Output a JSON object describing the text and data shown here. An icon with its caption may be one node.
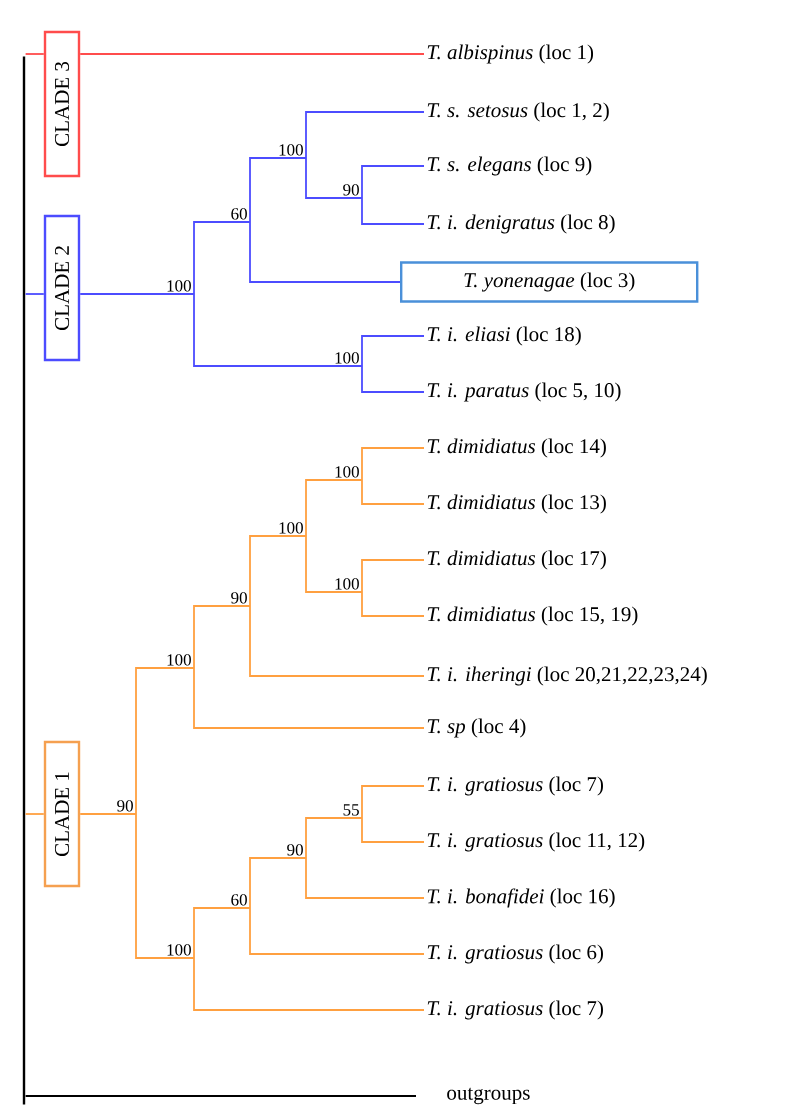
{
  "diagram": {
    "nodes": [
      {
        "text": [],
        "shape": "bar"
      },
      {
        "text": [
          "CLADE 3"
        ]
      },
      {
        "text": [
          "*T. albispinus* (loc 1)"
        ]
      },
      {
        "text": [
          "CLADE 2"
        ]
      },
      {
        "text": [
          "100"
        ]
      },
      {
        "text": [
          "60"
        ]
      },
      {
        "text": [
          "100"
        ]
      },
      {
        "text": [
          "*T. s. setosus* (loc 1, 2)"
        ]
      },
      {
        "text": [
          "90"
        ]
      },
      {
        "text": [
          "*T. s. elegans* (loc 9)"
        ]
      },
      {
        "text": [
          "*T. i. denigratus* (loc 8)"
        ]
      },
      {
        "text": [
          "*T. yonenagae* (loc 3)"
        ]
      },
      {
        "text": [
          "100"
        ]
      },
      {
        "text": [
          "*T. i. eliasi* (loc 18)"
        ]
      },
      {
        "text": [
          "*T. i. paratus* (loc 5, 10)"
        ]
      },
      {
        "text": [
          "CLADE 1"
        ]
      },
      {
        "text": [
          "90"
        ]
      },
      {
        "text": [
          "100"
        ]
      },
      {
        "text": [
          "90"
        ]
      },
      {
        "text": [
          "100"
        ]
      },
      {
        "text": [
          "100"
        ]
      },
      {
        "text": [
          "*T. dimidiatus* (loc 14)"
        ]
      },
      {
        "text": [
          "*T. dimidiatus* (loc 13)"
        ]
      },
      {
        "text": [
          "100"
        ]
      },
      {
        "text": [
          "*T. dimidiatus* (loc 17)"
        ]
      },
      {
        "text": [
          "*T. dimidiatus* (loc 15, 19)"
        ]
      },
      {
        "text": [
          "*T. i. iheringi* (loc 20,21,22,23,24)"
        ]
      },
      {
        "text": [
          "*T. sp* (loc 4)"
        ]
      },
      {
        "text": [
          "100"
        ]
      },
      {
        "text": [
          "60"
        ]
      },
      {
        "text": [
          "90"
        ]
      },
      {
        "text": [
          "55"
        ]
      },
      {
        "text": [
          "*T. i. gratiosus* (loc 7)"
        ]
      },
      {
        "text": [
          "*T. i. gratiosus* (loc 11, 12)"
        ]
      },
      {
        "text": [
          "*T. i. bonafidei* (loc 16)"
        ]
      },
      {
        "text": [
          "*T. i. gratiosus* (loc 6)"
        ]
      },
      {
        "text": [
          "*T. i. gratiosus* (loc 7)"
        ]
      },
      {
        "text": [
          "outgroups"
        ]
      }
    ],
    "edges": [
      {
        "from": 0,
        "to": 1,
        "arrow": "none",
        "color": "#ff4c4c"
      },
      {
        "from": 1,
        "to": 2,
        "arrow": "none",
        "color": "#ff4c4c"
      },
      {
        "from": 0,
        "to": 3,
        "arrow": "none",
        "color": "#4c4cff"
      },
      {
        "from": 3,
        "to": 4,
        "arrow": "none",
        "color": "#4c4cff"
      },
      {
        "from": 4,
        "to": 5,
        "arrow": "none",
        "color": "#4c4cff"
      },
      {
        "from": 5,
        "to": 6,
        "arrow": "none",
        "color": "#4c4cff"
      },
      {
        "from": 6,
        "to": 7,
        "arrow": "none",
        "color": "#4c4cff"
      },
      {
        "from": 6,
        "to": 8,
        "arrow": "none",
        "color": "#4c4cff"
      },
      {
        "from": 8,
        "to": 9,
        "arrow": "none",
        "color": "#4c4cff"
      },
      {
        "from": 8,
        "to": 10,
        "arrow": "none",
        "color": "#4c4cff"
      },
      {
        "from": 5,
        "to": 11,
        "arrow": "none",
        "color": "#4c4cff"
      },
      {
        "from": 4,
        "to": 12,
        "arrow": "none",
        "color": "#4c4cff"
      },
      {
        "from": 12,
        "to": 13,
        "arrow": "none",
        "color": "#4c4cff"
      },
      {
        "from": 12,
        "to": 14,
        "arrow": "none",
        "color": "#4c4cff"
      },
      {
        "from": 0,
        "to": 15,
        "arrow": "none"
      },
      {
        "from": 15,
        "to": 16,
        "arrow": "none"
      },
      {
        "from": 16,
        "to": 17,
        "arrow": "none"
      },
      {
        "from": 17,
        "to": 18,
        "arrow": "none"
      },
      {
        "from": 18,
        "to": 19,
        "arrow": "none"
      },
      {
        "from": 19,
        "to": 20,
        "arrow": "none"
      },
      {
        "from": 20,
        "to": 21,
        "arrow": "none"
      },
      {
        "from": 20,
        "to": 22,
        "arrow": "none"
      },
      {
        "from": 19,
        "to": 23,
        "arrow": "none"
      },
      {
        "from": 23,
        "to": 24,
        "arrow": "none"
      },
      {
        "from": 23,
        "to": 25,
        "arrow": "none"
      },
      {
        "from": 18,
        "to": 26,
        "arrow": "none"
      },
      {
        "from": 17,
        "to": 27,
        "arrow": "none"
      },
      {
        "from": 16,
        "to": 28,
        "arrow": "none"
      },
      {
        "from": 28,
        "to": 29,
        "arrow": "none"
      },
      {
        "from": 29,
        "to": 30,
        "arrow": "none"
      },
      {
        "from": 30,
        "to": 31,
        "arrow": "none"
      },
      {
        "from": 31,
        "to": 32,
        "arrow": "none"
      },
      {
        "from": 31,
        "to": 33,
        "arrow": "none"
      },
      {
        "from": 30,
        "to": 34,
        "arrow": "none"
      },
      {
        "from": 29,
        "to": 35,
        "arrow": "none"
      },
      {
        "from": 28,
        "to": 36,
        "arrow": "none"
      },
      {
        "from": 0,
        "to": 37,
        "arrow": "none",
        "color": "#000000"
      }
    ]
  }
}
